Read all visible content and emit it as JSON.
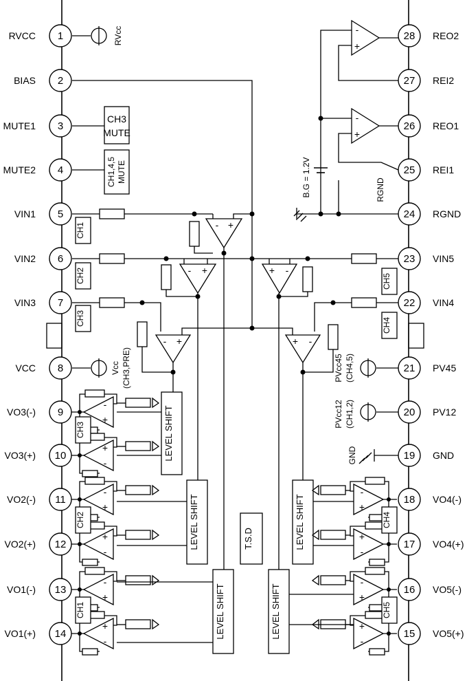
{
  "pins_left": [
    {
      "num": "1",
      "label": "RVCC"
    },
    {
      "num": "2",
      "label": "BIAS"
    },
    {
      "num": "3",
      "label": "MUTE1"
    },
    {
      "num": "4",
      "label": "MUTE2"
    },
    {
      "num": "5",
      "label": "VIN1"
    },
    {
      "num": "6",
      "label": "VIN2"
    },
    {
      "num": "7",
      "label": "VIN3"
    },
    {
      "num": "8",
      "label": "VCC"
    },
    {
      "num": "9",
      "label": "VO3(-)"
    },
    {
      "num": "10",
      "label": "VO3(+)"
    },
    {
      "num": "11",
      "label": "VO2(-)"
    },
    {
      "num": "12",
      "label": "VO2(+)"
    },
    {
      "num": "13",
      "label": "VO1(-)"
    },
    {
      "num": "14",
      "label": "VO1(+)"
    }
  ],
  "pins_right": [
    {
      "num": "28",
      "label": "REO2"
    },
    {
      "num": "27",
      "label": "REI2"
    },
    {
      "num": "26",
      "label": "REO1"
    },
    {
      "num": "25",
      "label": "REI1"
    },
    {
      "num": "24",
      "label": "RGND"
    },
    {
      "num": "23",
      "label": "VIN5"
    },
    {
      "num": "22",
      "label": "VIN4"
    },
    {
      "num": "21",
      "label": "PV45"
    },
    {
      "num": "20",
      "label": "PV12"
    },
    {
      "num": "19",
      "label": "GND"
    },
    {
      "num": "18",
      "label": "VO4(-)"
    },
    {
      "num": "17",
      "label": "VO4(+)"
    },
    {
      "num": "16",
      "label": "VO5(-)"
    },
    {
      "num": "15",
      "label": "VO5(+)"
    }
  ],
  "labels": {
    "rvcc": "RVcc",
    "ch3_mute": [
      "CH3",
      "MUTE"
    ],
    "ch145_mute": [
      "CH1,4,5",
      "MUTE"
    ],
    "vcc": "Vcc",
    "vcc_sub": "(CH3,PRE)",
    "bg": "B.G = 1.2V",
    "rgnd": "RGND",
    "pvcc45": "PVcc45",
    "pvcc45_sub": "(CH4,5)",
    "pvcc12": "PVcc12",
    "pvcc12_sub": "(CH1,2)",
    "gnd": "GND",
    "tsd": "T.S.D",
    "level_shift": "LEVEL SHIFT",
    "ch1": "CH1",
    "ch2": "CH2",
    "ch3": "CH3",
    "ch4": "CH4",
    "ch5": "CH5"
  }
}
